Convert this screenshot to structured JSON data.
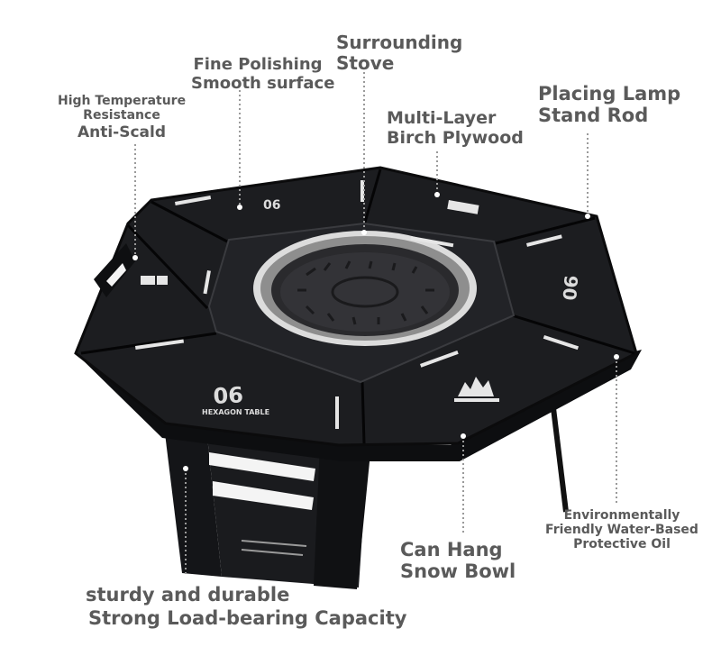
{
  "callouts": {
    "high_temp": [
      "High Temperature",
      "Resistance",
      "Anti-Scald"
    ],
    "polishing": [
      "Fine Polishing",
      "Smooth surface"
    ],
    "stove": [
      "Surrounding",
      "Stove"
    ],
    "plywood": [
      "Multi-Layer",
      "Birch Plywood"
    ],
    "lamp": [
      "Placing Lamp",
      "Stand Rod"
    ],
    "snow_bowl": [
      "Can Hang",
      "Snow Bowl"
    ],
    "oil": [
      "Environmentally",
      "Friendly Water-Based",
      "Protective Oil"
    ],
    "durable": [
      "sturdy and durable",
      "Strong Load-bearing Capacity"
    ]
  },
  "table_print": {
    "brand_number": "06",
    "table_name": "HEXAGON TABLE"
  },
  "colors": {
    "label_text": "#5a5a5a",
    "leader_line": "#9a9a9a",
    "table_top": "#1c1d20",
    "table_edge": "#0d0e10",
    "grill_ring": "#c8c8c8",
    "print_white": "#e6e6e6"
  }
}
